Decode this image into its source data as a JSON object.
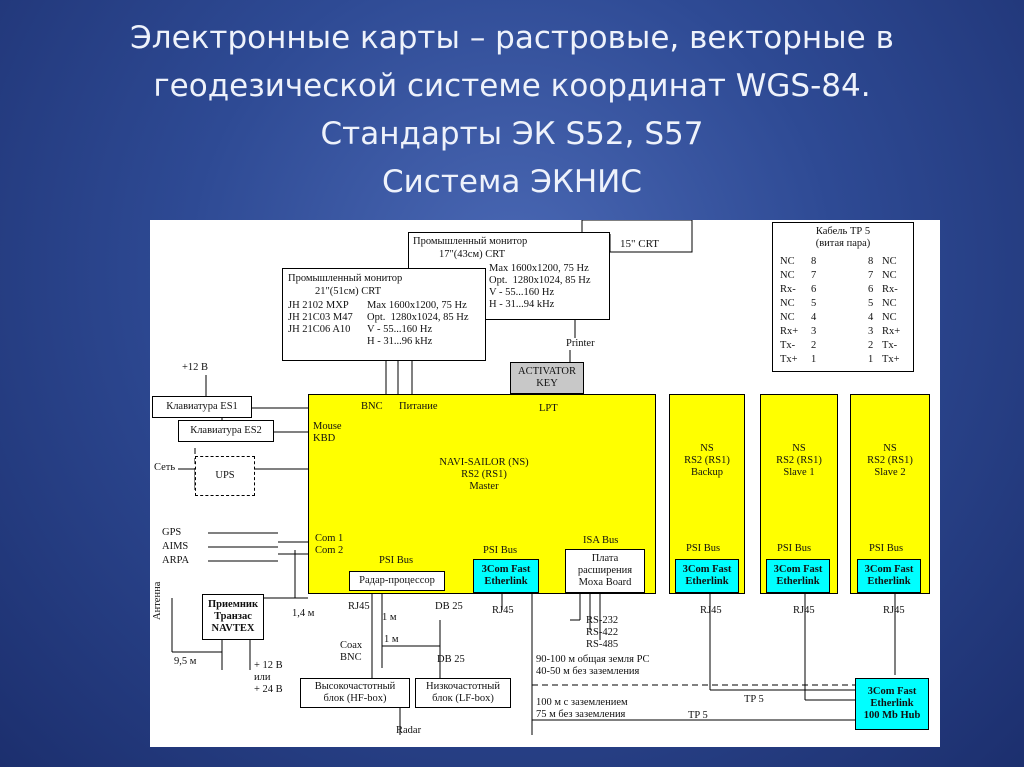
{
  "title": {
    "line1": "Электронные карты – растровые, векторные в",
    "line2": "геодезической системе координат WGS-84.",
    "line3": "Стандарты ЭК S52, S57",
    "line4": "Система ЭКНИС"
  },
  "diagram": {
    "monitor17": {
      "head": "Промышленный монитор",
      "sub": "17\"(43см) CRT",
      "specs": "Max 1600x1200, 75 Hz\nOpt.  1280x1024, 85 Hz\nV - 55...160 Hz\nH - 31...94 kHz"
    },
    "monitor21": {
      "head": "Промышленный монитор",
      "sub": "21\"(51см) CRT",
      "models": "JH 2102 MXP\nJH 21C03 M47\nJH 21C06 A10",
      "specs": "Max 1600x1200, 75 Hz\nOpt.  1280x1024, 85 Hz\nV - 55...160 Hz\nH - 31...96 kHz"
    },
    "crt15": "15\" CRT",
    "cable": {
      "title": "Кабель ТР 5\n(витая пара)",
      "left": [
        "NC",
        "NC",
        "Rx-",
        "NC",
        "NC",
        "Rx+",
        "Tx-",
        "Tx+"
      ],
      "right": [
        "NC",
        "NC",
        "Rx-",
        "NC",
        "NC",
        "Rx+",
        "Tx-",
        "Tx+"
      ],
      "pins_left": [
        "8",
        "7",
        "6",
        "5",
        "4",
        "3",
        "2",
        "1"
      ],
      "pins_right": [
        "8",
        "7",
        "6",
        "5",
        "4",
        "3",
        "2",
        "1"
      ]
    },
    "printer": "Printer",
    "activator": "ACTIVATOR\nKEY",
    "plus12": "+12 В",
    "keyboard1": "Клавиатура ES1",
    "keyboard2": "Клавиатура ES2",
    "net": "Сеть",
    "ups": "UPS",
    "gps": "GPS",
    "aims": "AIMS",
    "arpa": "ARPA",
    "main": {
      "bnc": "BNC",
      "power": "Питание",
      "lpt": "LPT",
      "mouse": "Mouse\nKBD",
      "name": "NAVI-SAILOR (NS)\nRS2 (RS1)\nMaster",
      "com": "Com 1\nCom 2",
      "psi_bus": "PSI Bus",
      "psi_bus2": "PSI Bus",
      "isa_bus": "ISA Bus",
      "radar_proc": "Радар-процессор",
      "etherlink": "3Com Fast\nEtherlink",
      "moxa": "Плата\nрасширения\nMoxa Board"
    },
    "ns_backup": "NS\nRS2 (RS1)\nBackup",
    "ns_slave1": "NS\nRS2 (RS1)\nSlave 1",
    "ns_slave2": "NS\nRS2 (RS1)\nSlave  2",
    "psi": "PSI Bus",
    "ether": "3Com Fast\nEtherlink",
    "rj45": "RJ45",
    "db25": "DB 25",
    "antenna": "Антенна",
    "receiver": "Приемник\nТранзас\nNAVTEX",
    "dist_14": "1,4 м",
    "dist_95": "9,5 м",
    "dist_1m": "1 м",
    "dist_1m2": "1 м",
    "coax": "Coax\nBNC",
    "power_12_24": "+ 12 В\nили\n+ 24 В",
    "hf_box": "Высокочастотный\nблок (HF-box)",
    "lf_box": "Низкочастотный\nблок (LF-box)",
    "radar": "Radar",
    "rs": "RS-232\nRS-422\nRS-485",
    "ground1": "90-100 м общая земля РС\n40-50 м без заземления",
    "ground2": "100 м с заземлением\n75 м без заземления",
    "tp5": "TP 5",
    "hub": "3Com Fast\nEtherlink\n100 Mb Hub"
  }
}
